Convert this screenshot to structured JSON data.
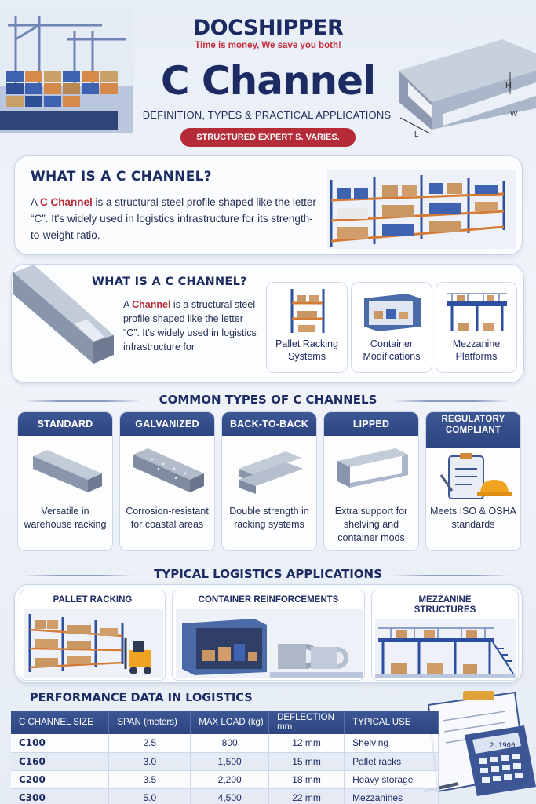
{
  "brand": {
    "logo_text": "DOCSHIPPER",
    "tagline": "Time is money, We save you both!"
  },
  "header": {
    "title": "C Channel",
    "subtitle": "DEFINITION, TYPES & PRACTICAL APPLICATIONS",
    "ribbon": "STRUCTURED EXPERT S. VARIES.",
    "dim_h": "H",
    "dim_w": "W",
    "dim_l": "L"
  },
  "section1": {
    "heading": "WHAT IS A C CHANNEL?",
    "text_a": "A ",
    "text_b": "C Channel",
    "text_c": " is a structural steel profile shaped like the letter “C”. It's widely used in logistics infrastructure for its strength-to-weight ratio."
  },
  "section2": {
    "heading": "WHAT IS A C CHANNEL?",
    "text_a": "A ",
    "text_b": "Channel",
    "text_c": " is a structural steel profile shaped like the letter “C”. It's widely used in logistics infrastructure for",
    "items": [
      {
        "label": "Pallet Racking Systems"
      },
      {
        "label": "Container Modifications"
      },
      {
        "label": "Mezzanine Platforms"
      }
    ]
  },
  "types": {
    "heading": "COMMON TYPES OF C CHANNELS",
    "items": [
      {
        "title": "STANDARD",
        "desc": "Versatile in warehouse racking"
      },
      {
        "title": "GALVANIZED",
        "desc": "Corrosion-resistant for coastal areas"
      },
      {
        "title": "BACK-TO-BACK",
        "desc": "Double strength in racking systems"
      },
      {
        "title": "LIPPED",
        "desc": "Extra support for shelving and container mods"
      },
      {
        "title": "REGULATORY COMPLIANT",
        "desc": "Meets ISO & OSHA standards"
      }
    ]
  },
  "applications": {
    "heading": "TYPICAL LOGISTICS APPLICATIONS",
    "items": [
      {
        "title": "PALLET RACKING"
      },
      {
        "title": "CONTAINER REINFORCEMENTS"
      },
      {
        "title": "MEZZANINE STRUCTURES"
      }
    ]
  },
  "performance": {
    "heading": "PERFORMANCE DATA IN LOGISTICS",
    "columns": [
      "C CHANNEL SIZE",
      "SPAN (meters)",
      "MAX LOAD (kg)",
      "DEFLECTION mm",
      "TYPICAL USE"
    ],
    "rows": [
      [
        "C100",
        "2.5",
        "800",
        "12 mm",
        "Shelving"
      ],
      [
        "C160",
        "3.0",
        "1,500",
        "15 mm",
        "Pallet racks"
      ],
      [
        "C200",
        "3.5",
        "2,200",
        "18 mm",
        "Heavy storage"
      ],
      [
        "C300",
        "5.0",
        "4,500",
        "22 mm",
        "Mezzanines"
      ]
    ],
    "calculator_display": "2.1900"
  },
  "colors": {
    "navy": "#1d2b63",
    "accent_red": "#b52b37",
    "header_blue": "#2d4580"
  }
}
